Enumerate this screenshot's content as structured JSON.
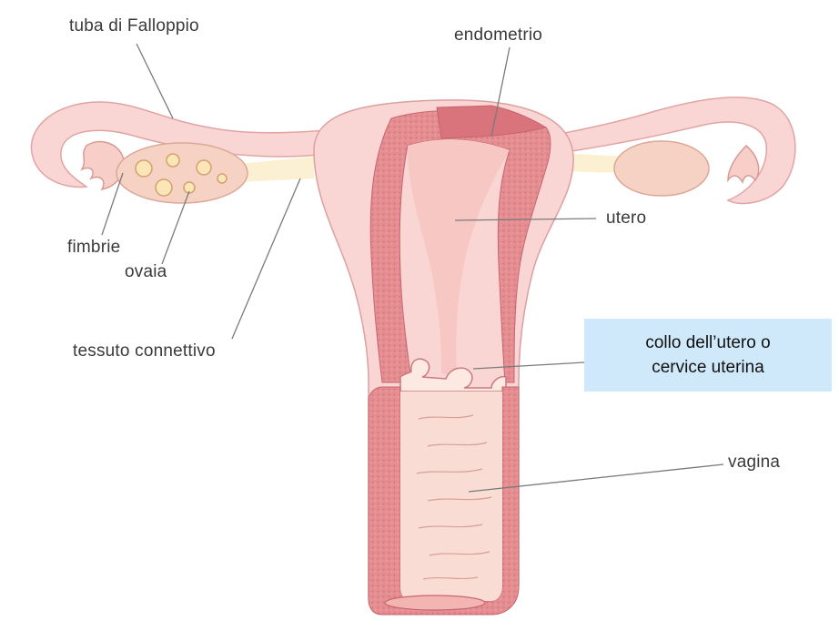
{
  "labels": {
    "tuba": "tuba di Falloppio",
    "endometrio": "endometrio",
    "utero": "utero",
    "fimbrie": "fimbrie",
    "ovaia": "ovaia",
    "tessuto": "tessuto connettivo",
    "cervice_line1": "collo dell’utero o",
    "cervice_line2": "cervice uterina",
    "vagina": "vagina"
  },
  "colors": {
    "tissue_light": "#f9d6d3",
    "tissue_mid": "#f3b9b6",
    "tissue_dark": "#e58e91",
    "tissue_deep": "#d9737c",
    "ovary": "#f6d2c4",
    "leader_line": "#7a7a7a",
    "callout_bg": "#cfe9fb"
  }
}
